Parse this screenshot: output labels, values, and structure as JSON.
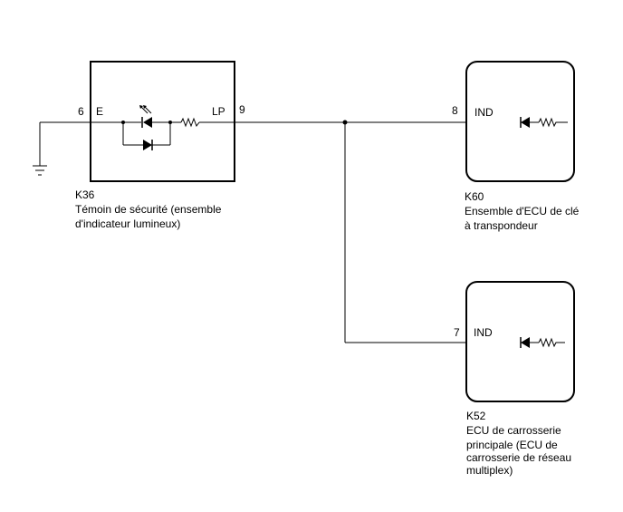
{
  "components": {
    "k36": {
      "code": "K36",
      "desc_line1": "Témoin de sécurité (ensemble",
      "desc_line2": "d'indicateur lumineux)",
      "pin_left_number": "6",
      "pin_left_name": "E",
      "pin_right_name": "LP",
      "pin_right_number": "9"
    },
    "k60": {
      "code": "K60",
      "desc_line1": "Ensemble d'ECU de clé",
      "desc_line2": "à transpondeur",
      "pin_number": "8",
      "pin_name": "IND"
    },
    "k52": {
      "code": "K52",
      "desc_line1": "ECU de carrosserie",
      "desc_line2": "principale (ECU de",
      "desc_line3": "carrosserie de réseau",
      "desc_line4": "multiplex)",
      "pin_number": "7",
      "pin_name": "IND"
    }
  },
  "icons": [
    "ground-icon",
    "led-icon",
    "diode-icon",
    "resistor-icon"
  ]
}
